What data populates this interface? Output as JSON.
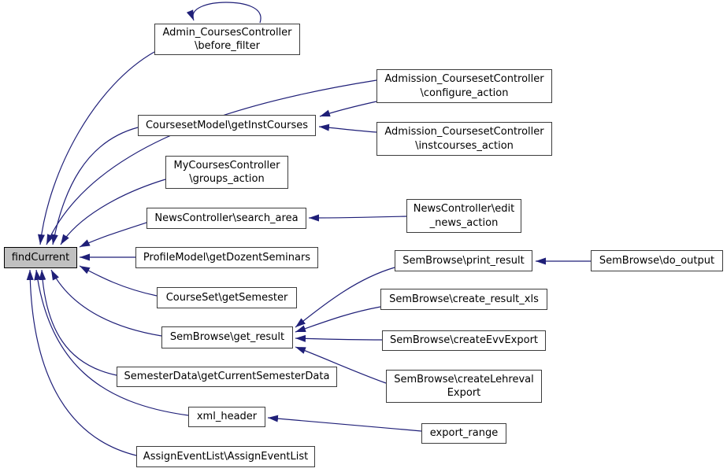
{
  "diagram": {
    "type": "call-graph",
    "focus_function": "findCurrent"
  },
  "colors": {
    "background": "#ffffff",
    "edge": "#1f1f78",
    "node_fill": "#ffffff",
    "node_border": "#3c3c3c",
    "highlight_fill": "#c0c0c0",
    "highlight_border": "#000000",
    "text": "#000000"
  },
  "nodes": [
    {
      "id": "findCurrent",
      "highlighted": true,
      "lines": [
        "findCurrent"
      ]
    },
    {
      "id": "admin_before_filter",
      "highlighted": false,
      "lines": [
        "Admin_CoursesController",
        "\\before_filter"
      ]
    },
    {
      "id": "admission_configure_action",
      "highlighted": false,
      "lines": [
        "Admission_CoursesetController",
        "\\configure_action"
      ]
    },
    {
      "id": "courseset_getInstCourses",
      "highlighted": false,
      "lines": [
        "CoursesetModel\\getInstCourses"
      ]
    },
    {
      "id": "admission_instcourses_action",
      "highlighted": false,
      "lines": [
        "Admission_CoursesetController",
        "\\instcourses_action"
      ]
    },
    {
      "id": "mycourses_groups_action",
      "highlighted": false,
      "lines": [
        "MyCoursesController",
        "\\groups_action"
      ]
    },
    {
      "id": "news_search_area",
      "highlighted": false,
      "lines": [
        "NewsController\\search_area"
      ]
    },
    {
      "id": "news_edit_news_action",
      "highlighted": false,
      "lines": [
        "NewsController\\edit",
        "_news_action"
      ]
    },
    {
      "id": "profile_getDozentSeminars",
      "highlighted": false,
      "lines": [
        "ProfileModel\\getDozentSeminars"
      ]
    },
    {
      "id": "sembrowse_print_result",
      "highlighted": false,
      "lines": [
        "SemBrowse\\print_result"
      ]
    },
    {
      "id": "sembrowse_do_output",
      "highlighted": false,
      "lines": [
        "SemBrowse\\do_output"
      ]
    },
    {
      "id": "courseset_getSemester",
      "highlighted": false,
      "lines": [
        "CourseSet\\getSemester"
      ]
    },
    {
      "id": "sembrowse_create_result_xls",
      "highlighted": false,
      "lines": [
        "SemBrowse\\create_result_xls"
      ]
    },
    {
      "id": "sembrowse_get_result",
      "highlighted": false,
      "lines": [
        "SemBrowse\\get_result"
      ]
    },
    {
      "id": "sembrowse_createEvvExport",
      "highlighted": false,
      "lines": [
        "SemBrowse\\createEvvExport"
      ]
    },
    {
      "id": "semesterdata_getCurrentSemesterData",
      "highlighted": false,
      "lines": [
        "SemesterData\\getCurrentSemesterData"
      ]
    },
    {
      "id": "sembrowse_createLehrevalExport",
      "highlighted": false,
      "lines": [
        "SemBrowse\\createLehreval",
        "Export"
      ]
    },
    {
      "id": "xml_header",
      "highlighted": false,
      "lines": [
        "xml_header"
      ]
    },
    {
      "id": "export_range",
      "highlighted": false,
      "lines": [
        "export_range"
      ]
    },
    {
      "id": "assigneventlist",
      "highlighted": false,
      "lines": [
        "AssignEventList\\AssignEventList"
      ]
    }
  ],
  "edges": [
    {
      "from": "admin_before_filter",
      "to": "admin_before_filter"
    },
    {
      "from": "admin_before_filter",
      "to": "findCurrent"
    },
    {
      "from": "admission_configure_action",
      "to": "findCurrent"
    },
    {
      "from": "admission_configure_action",
      "to": "courseset_getInstCourses"
    },
    {
      "from": "admission_instcourses_action",
      "to": "courseset_getInstCourses"
    },
    {
      "from": "courseset_getInstCourses",
      "to": "findCurrent"
    },
    {
      "from": "mycourses_groups_action",
      "to": "findCurrent"
    },
    {
      "from": "news_search_area",
      "to": "findCurrent"
    },
    {
      "from": "news_edit_news_action",
      "to": "news_search_area"
    },
    {
      "from": "profile_getDozentSeminars",
      "to": "findCurrent"
    },
    {
      "from": "courseset_getSemester",
      "to": "findCurrent"
    },
    {
      "from": "sembrowse_get_result",
      "to": "findCurrent"
    },
    {
      "from": "sembrowse_print_result",
      "to": "sembrowse_get_result"
    },
    {
      "from": "sembrowse_do_output",
      "to": "sembrowse_print_result"
    },
    {
      "from": "sembrowse_create_result_xls",
      "to": "sembrowse_get_result"
    },
    {
      "from": "sembrowse_createEvvExport",
      "to": "sembrowse_get_result"
    },
    {
      "from": "sembrowse_createLehrevalExport",
      "to": "sembrowse_get_result"
    },
    {
      "from": "semesterdata_getCurrentSemesterData",
      "to": "findCurrent"
    },
    {
      "from": "xml_header",
      "to": "findCurrent"
    },
    {
      "from": "export_range",
      "to": "xml_header"
    },
    {
      "from": "assigneventlist",
      "to": "findCurrent"
    }
  ]
}
